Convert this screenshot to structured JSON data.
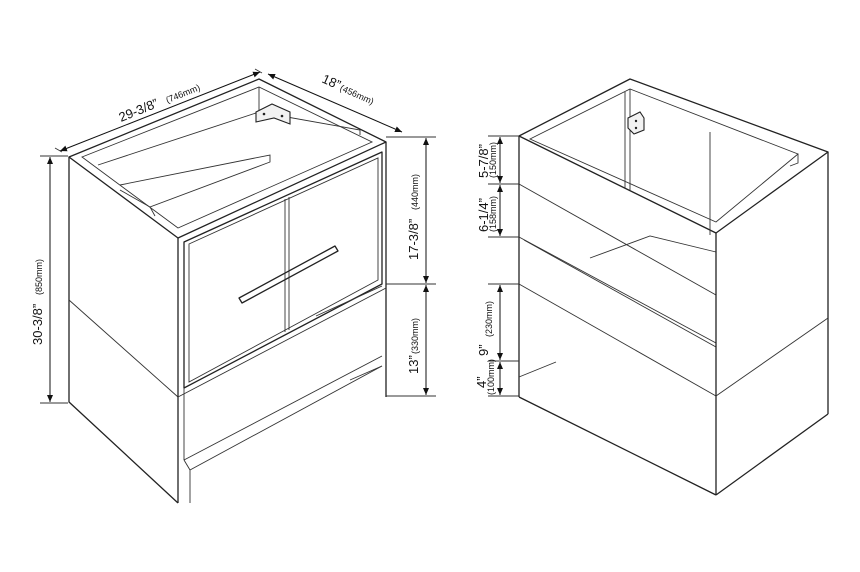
{
  "dims": {
    "width": {
      "main": "29-3/8”",
      "sub": "(746mm)"
    },
    "depth": {
      "main": "18”",
      "sub": "(456mm)"
    },
    "total_height": {
      "main": "30-3/8”",
      "sub": "(850mm)"
    },
    "cabinet_height": {
      "main": "17-3/8”",
      "sub": "(440mm)"
    },
    "open_shelf_height": {
      "main": "13”",
      "sub": "(330mm)"
    },
    "top_rail": {
      "main": "5-7/8”",
      "sub": "(150mm)"
    },
    "upper_section": {
      "main": "6-1/4”",
      "sub": "(158mm)"
    },
    "middle_section": {
      "main": "9”",
      "sub": "(230mm)"
    },
    "base": {
      "main": "4”",
      "sub": "(100mm)"
    }
  }
}
